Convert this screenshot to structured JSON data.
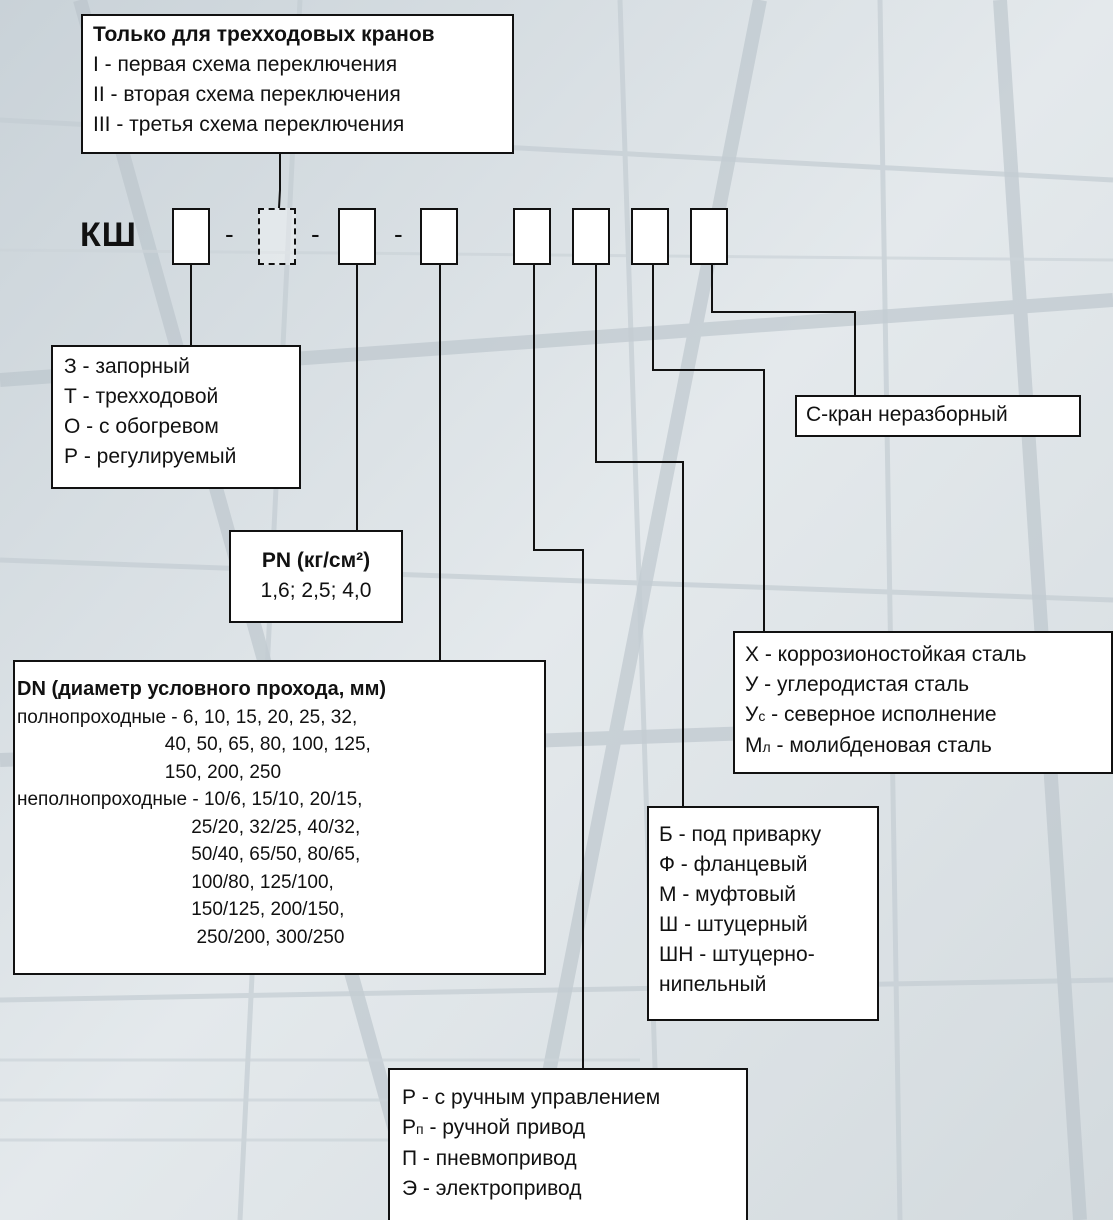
{
  "code": {
    "prefix": "КШ",
    "separators": [
      "-",
      "-",
      "-"
    ]
  },
  "three_way": {
    "title": "Только для трехходовых кранов",
    "lines": [
      "I - первая схема переключения",
      "II - вторая схема переключения",
      "III - третья схема переключения"
    ]
  },
  "type": {
    "lines": [
      "З - запорный",
      "Т - трехходовой",
      "О - с обогревом",
      "Р - регулируемый"
    ]
  },
  "pn": {
    "title": "PN (кг/см²)",
    "value": "1,6; 2,5; 4,0"
  },
  "dn": {
    "title": "DN (диаметр условного прохода, мм)",
    "lines": [
      "полнопроходные - 6, 10, 15, 20, 25, 32,",
      "                            40, 50, 65, 80, 100, 125,",
      "                            150, 200, 250",
      "неполнопроходные - 10/6, 15/10, 20/15,",
      "                                 25/20, 32/25, 40/32,",
      "                                 50/40, 65/50, 80/65,",
      "                                 100/80, 125/100,",
      "                                 150/125, 200/150,",
      "                                  250/200, 300/250"
    ]
  },
  "nonsep": {
    "label": "С-кран неразборный"
  },
  "material": {
    "lines": [
      {
        "a": "Х - коррозионостойкая сталь",
        "s": ""
      },
      {
        "a": "У - углеродистая сталь",
        "s": ""
      },
      {
        "a": "У",
        "s": "с",
        "b": " - северное исполнение"
      },
      {
        "a": "М",
        "s": "л",
        "b": " - молибденовая сталь"
      }
    ]
  },
  "connection": {
    "lines": [
      "Б - под приварку",
      "Ф - фланцевый",
      "М - муфтовый",
      "Ш - штуцерный",
      "ШН - штуцерно-",
      "нипельный"
    ]
  },
  "control": {
    "lines": [
      {
        "a": "Р - с ручным управлением",
        "s": "",
        "b": ""
      },
      {
        "a": "Р",
        "s": "п",
        "b": " - ручной привод"
      },
      {
        "a": "П - пневмопривод",
        "s": "",
        "b": ""
      },
      {
        "a": "Э - электропривод",
        "s": "",
        "b": ""
      }
    ]
  }
}
